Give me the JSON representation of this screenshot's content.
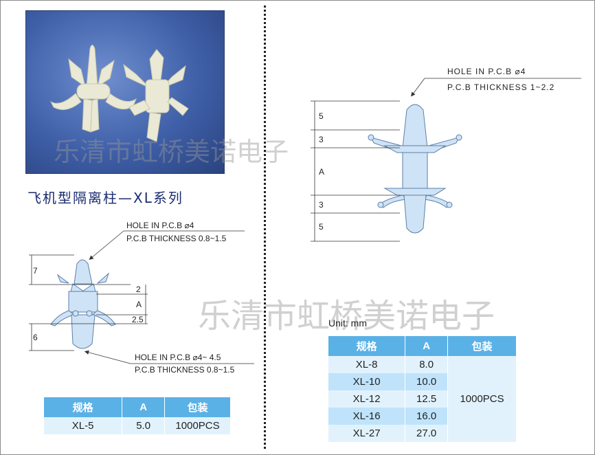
{
  "title": "飞机型隔离柱—XL系列",
  "watermark": "乐清市虹桥美诺电子",
  "unit_label": "Unit:  mm",
  "left_diagram": {
    "top_callout": [
      "HOLE IN P.C.B ⌀4",
      "P.C.B THICKNESS 0.8~1.5"
    ],
    "bottom_callout": [
      "HOLE IN P.C.B ⌀4~ 4.5",
      "P.C.B THICKNESS 0.8~1.5"
    ],
    "dims": [
      "7",
      "2",
      "A",
      "2.5",
      "6"
    ]
  },
  "right_diagram": {
    "callout": [
      "HOLE IN P.C.B ⌀4",
      "P.C.B THICKNESS 1~2.2"
    ],
    "dims": [
      "5",
      "3",
      "A",
      "3",
      "5"
    ]
  },
  "table_headers": [
    "规格",
    "A",
    "包装"
  ],
  "table_small": [
    {
      "model": "XL-5",
      "a": "5.0",
      "pack": "1000PCS"
    }
  ],
  "table_large": {
    "rows": [
      {
        "model": "XL-8",
        "a": "8.0"
      },
      {
        "model": "XL-10",
        "a": "10.0"
      },
      {
        "model": "XL-12",
        "a": "12.5"
      },
      {
        "model": "XL-16",
        "a": "16.0"
      },
      {
        "model": "XL-27",
        "a": "27.0"
      }
    ],
    "pack": "1000PCS"
  },
  "colors": {
    "header": "#5ab1e6",
    "row_light": "#e2f2fd",
    "row_dark": "#bfe3fa",
    "part": "#cfe3f6"
  }
}
